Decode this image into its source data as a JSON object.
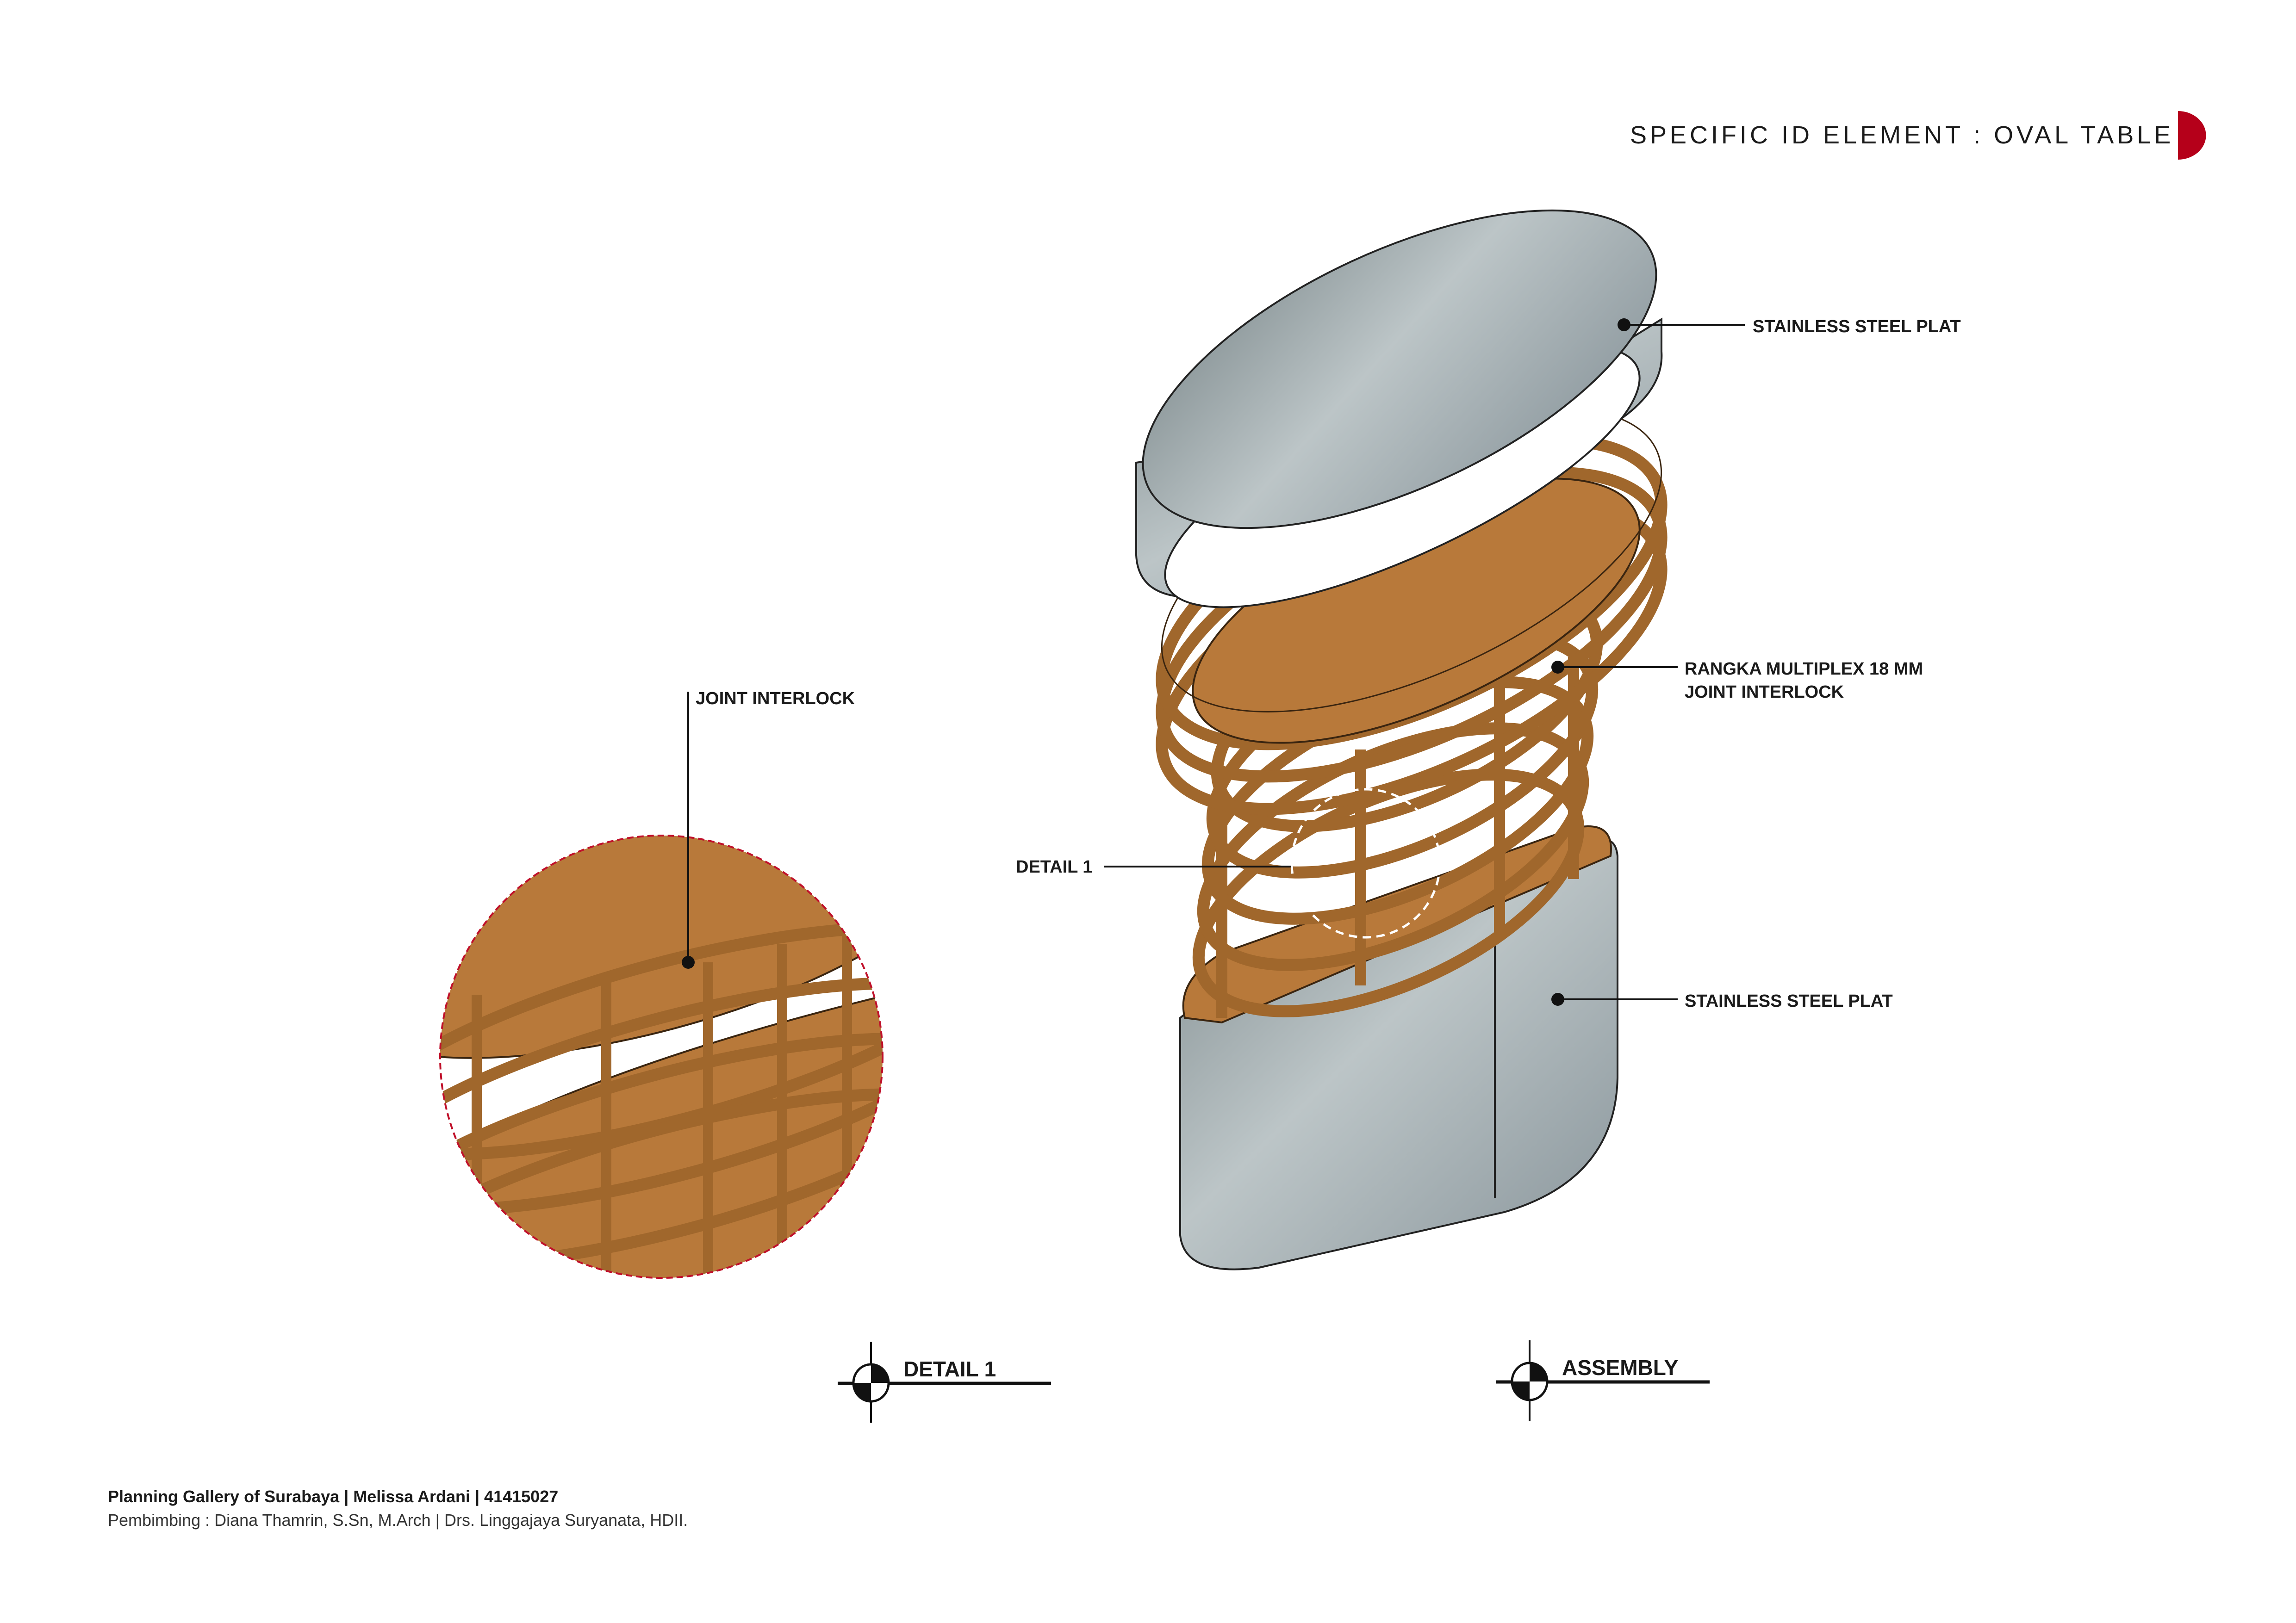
{
  "header": {
    "title": "SPECIFIC ID ELEMENT : OVAL TABLE",
    "accent_color": "#b5001a"
  },
  "callouts": {
    "top_plate": "STAINLESS STEEL PLAT",
    "frame_line1": "RANGKA MULTIPLEX 18 MM",
    "frame_line2": "JOINT INTERLOCK",
    "detail_ref": "DETAIL 1",
    "base_plate": "STAINLESS STEEL PLAT",
    "detail_joint": "JOINT INTERLOCK"
  },
  "views": {
    "detail": "DETAIL 1",
    "assembly": "ASSEMBLY"
  },
  "footer": {
    "line1": "Planning Gallery of Surabaya | Melissa Ardani | 41415027",
    "line2": "Pembimbing : Diana Thamrin, S.Sn, M.Arch | Drs. Linggajaya Suryanata, HDII."
  },
  "colors": {
    "wood": "#b8793a",
    "steel": "#9ba6a9"
  }
}
